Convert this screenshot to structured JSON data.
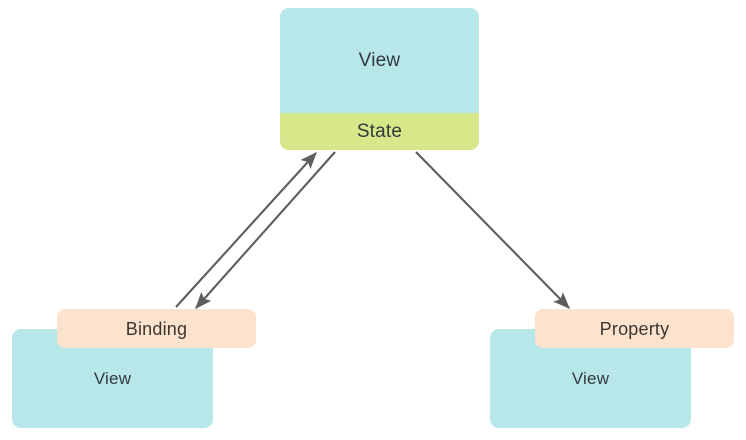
{
  "diagram": {
    "title": "SwiftUI State Binding Property Flow",
    "background_color": "#ffffff",
    "colors": {
      "view_fill": "#b7e7e9",
      "state_fill": "#d6e88a",
      "badge_fill": "#fde2cd",
      "arrow_stroke": "#5d5d5d",
      "text_color": "#33383c"
    },
    "nodes": {
      "top_card": {
        "view_label": "View",
        "state_label": "State"
      },
      "left_card": {
        "badge_label": "Binding",
        "view_label": "View"
      },
      "right_card": {
        "badge_label": "Property",
        "view_label": "View"
      }
    },
    "edges": [
      {
        "name": "binding-to-state",
        "from": "Binding",
        "to": "State",
        "direction": "up-right",
        "arrowhead": "end"
      },
      {
        "name": "state-to-binding",
        "from": "State",
        "to": "Binding",
        "direction": "down-left",
        "arrowhead": "end"
      },
      {
        "name": "state-to-property",
        "from": "State",
        "to": "Property",
        "direction": "down-right",
        "arrowhead": "end"
      }
    ]
  }
}
